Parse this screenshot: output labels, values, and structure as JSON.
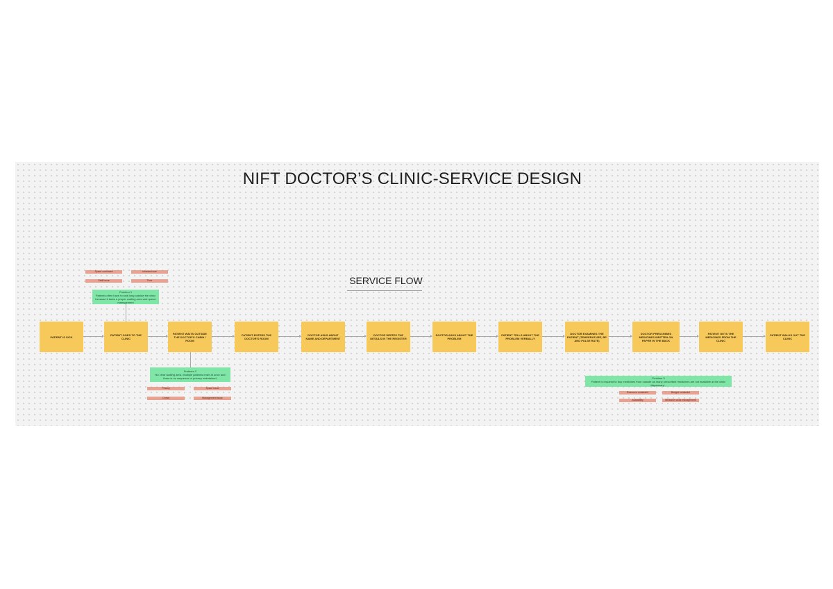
{
  "title": "NIFT DOCTOR’S CLINIC-SERVICE DESIGN",
  "subtitle": "SERVICE FLOW",
  "steps": [
    {
      "label": "Patient is sick"
    },
    {
      "label": "Patient goes to the clinic"
    },
    {
      "label": "Patient waits outside the doctor's cabin / room"
    },
    {
      "label": "Patient enters the doctor's room"
    },
    {
      "label": "Doctor asks about name and department"
    },
    {
      "label": "Doctor writes the details in the register"
    },
    {
      "label": "Doctor asks about the problem"
    },
    {
      "label": "Patient tells about the problem verbally"
    },
    {
      "label": "Doctor examines the patient (temperature, BP and pulse rate)"
    },
    {
      "label": "Doctor prescribes medicines written on paper in the back"
    },
    {
      "label": "Patient gets the medicines from the clinic"
    },
    {
      "label": "Patient walks out the clinic"
    }
  ],
  "notes": [
    {
      "title": "Problem 1",
      "text": "Patients often have to wait long outside the clinic because it lacks a proper waiting area and queue management",
      "tags": [
        "Space constraint",
        "Infrastructure",
        "Staff issue",
        "Time"
      ]
    },
    {
      "title": "Problem 2",
      "text": "No clear waiting area. Multiple patients enter at once and there is no sequence or privacy maintained.",
      "tags": [
        "Privacy",
        "Space issue",
        "Crowd",
        "Management issue"
      ]
    },
    {
      "title": "Problem 3",
      "text": "Patient is required to buy medicines from outside as many prescribed medicines are not available at the clinic dispensary...",
      "tags": [
        "Resource constraint",
        "Budget constraint",
        "Availability",
        "Medicine stock management"
      ]
    }
  ]
}
